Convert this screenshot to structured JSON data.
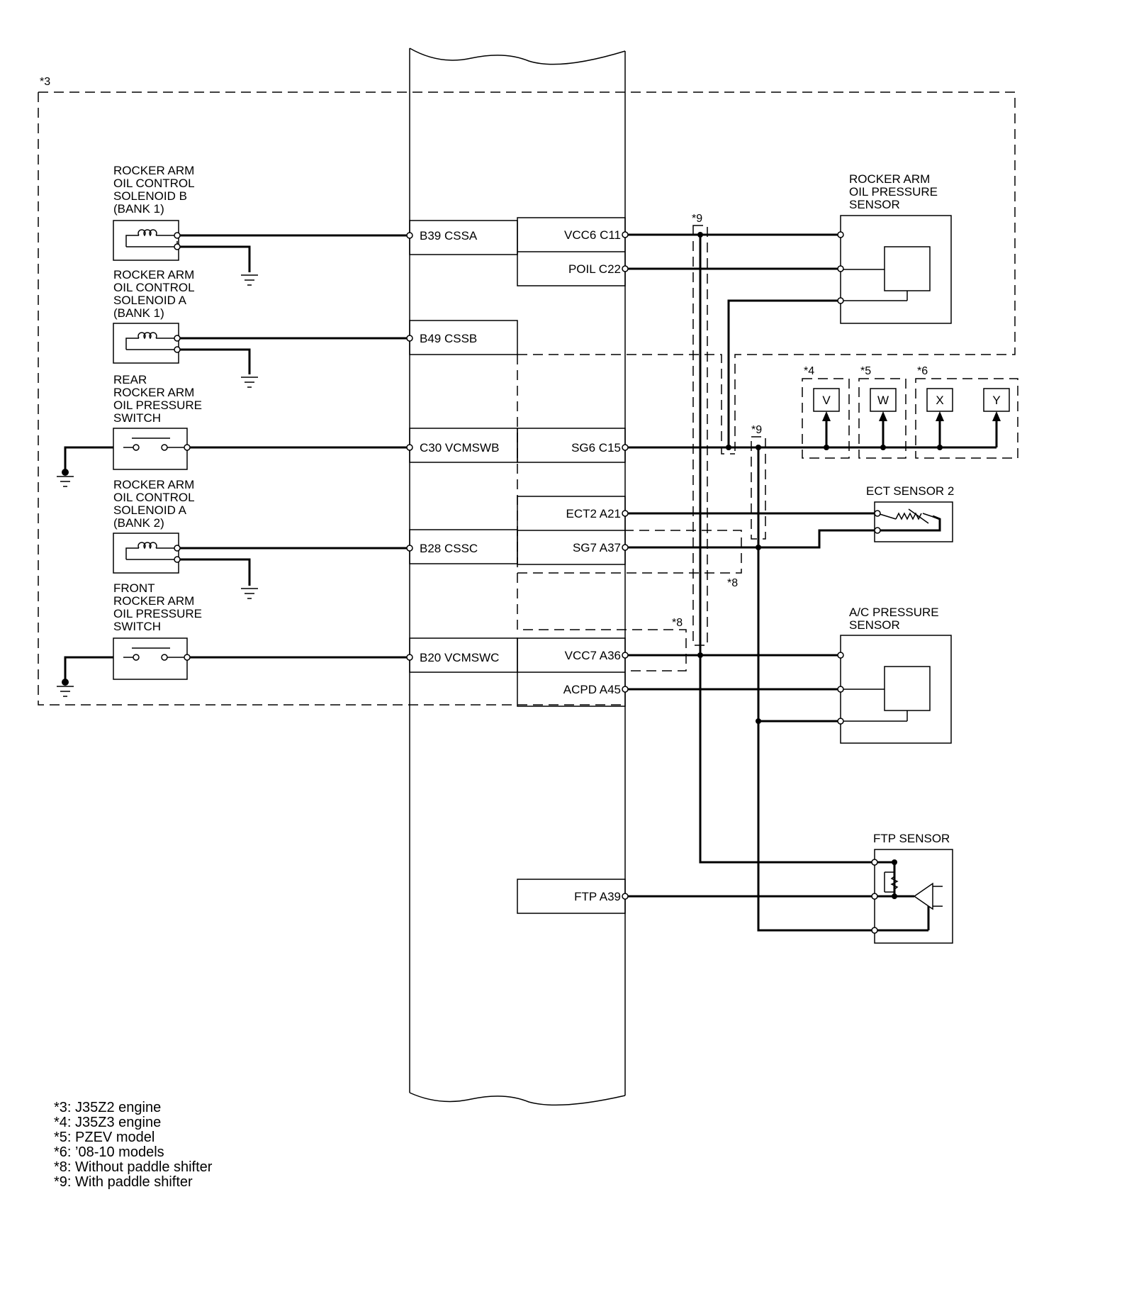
{
  "diagram": {
    "components": {
      "solenoid_b_bank1": [
        "ROCKER ARM",
        "OIL CONTROL",
        "SOLENOID B",
        "(BANK 1)"
      ],
      "solenoid_a_bank1": [
        "ROCKER ARM",
        "OIL CONTROL",
        "SOLENOID A",
        "(BANK 1)"
      ],
      "rear_switch": [
        "REAR",
        "ROCKER ARM",
        "OIL PRESSURE",
        "SWITCH"
      ],
      "solenoid_a_bank2": [
        "ROCKER ARM",
        "OIL CONTROL",
        "SOLENOID A",
        "(BANK 2)"
      ],
      "front_switch": [
        "FRONT",
        "ROCKER ARM",
        "OIL PRESSURE",
        "SWITCH"
      ],
      "oil_pressure_sensor": [
        "ROCKER ARM",
        "OIL PRESSURE",
        "SENSOR"
      ],
      "ect_sensor2": "ECT SENSOR 2",
      "ac_pressure_sensor": [
        "A/C PRESSURE",
        "SENSOR"
      ],
      "ftp_sensor": "FTP SENSOR"
    },
    "ecm_pins_left": [
      "B39 CSSA",
      "B49 CSSB",
      "C30 VCMSWB",
      "B28 CSSC",
      "B20 VCMSWC"
    ],
    "ecm_pins_right": [
      "VCC6 C11",
      "POIL C22",
      "SG6 C15",
      "ECT2 A21",
      "SG7 A37",
      "VCC7 A36",
      "ACPD A45",
      "FTP A39"
    ],
    "variant_boxes": [
      {
        "mark": "*4",
        "letters": [
          "V"
        ]
      },
      {
        "mark": "*5",
        "letters": [
          "W"
        ]
      },
      {
        "mark": "*6",
        "letters": [
          "X",
          "Y"
        ]
      }
    ],
    "dashed_marks": {
      "region3": "*3",
      "paddle_top": "*9",
      "paddle_mid": "*9",
      "no_paddle_right": "*8",
      "no_paddle_left": "*8"
    },
    "notes": [
      "*3:  J35Z2 engine",
      "*4:  J35Z3 engine",
      "*5:  PZEV model",
      "*6:  ’08-10 models",
      "*8:  Without paddle shifter",
      "*9:  With paddle shifter"
    ]
  }
}
